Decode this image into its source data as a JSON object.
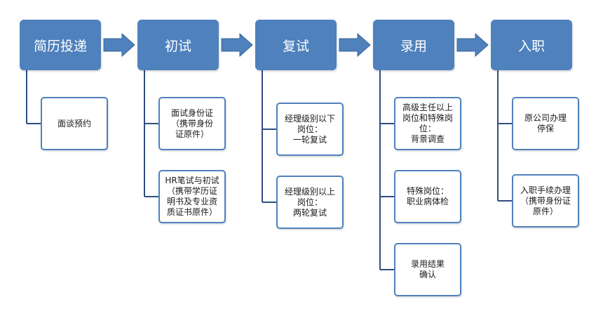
{
  "colors": {
    "stage_fill": "#4f81bd",
    "arrow_fill": "#4f81bd",
    "arrow_stroke": "#3a6496",
    "connector": "#2f4f7f",
    "sub_border": "#4f81bd"
  },
  "stages": [
    {
      "label": "简历投递",
      "subs": [
        "面谈预约"
      ]
    },
    {
      "label": "初试",
      "subs": [
        "面试身份证\n（携带身份\n证原件）",
        "HR笔试与初试\n（携带学历证\n明书及专业资\n质证书原件）"
      ]
    },
    {
      "label": "复试",
      "subs": [
        "经理级别以下\n岗位：\n一轮复试",
        "经理级别以上\n岗位：\n两轮复试"
      ]
    },
    {
      "label": "录用",
      "subs": [
        "高级主任以上\n岗位和特殊岗\n位：\n背景调查",
        "特殊岗位：\n职业病体检",
        "录用结果\n确认"
      ]
    },
    {
      "label": "入职",
      "subs": [
        "原公司办理\n停保",
        "入职手续办理\n（携带身份证\n原件）"
      ]
    }
  ]
}
